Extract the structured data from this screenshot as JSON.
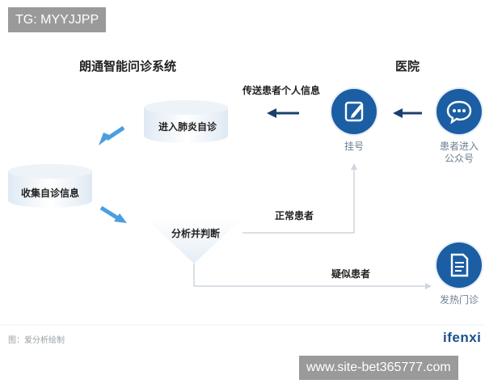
{
  "watermark_top": "TG: MYYJJPP",
  "watermark_bottom": "www.site-bet365777.com",
  "system_title": "朗通智能问诊系统",
  "hospital_title": "医院",
  "nodes": {
    "entry": "进入肺炎自诊",
    "collect": "收集自诊信息",
    "analyze": "分析并判断"
  },
  "edges": {
    "send_info": "传送患者个人信息",
    "normal": "正常患者",
    "suspected": "疑似患者"
  },
  "icons": {
    "registration": {
      "label": "挂号",
      "icon": "edit-icon"
    },
    "public_account": {
      "label_line1": "患者进入",
      "label_line2": "公众号",
      "icon": "chat-bubble-icon"
    },
    "fever_clinic": {
      "label": "发热门诊",
      "icon": "document-icon"
    }
  },
  "footer": {
    "source": "图：爱分析绘制",
    "brand": "ifenxi"
  },
  "colors": {
    "navy": "#1b5ea3",
    "arrow_blue": "#4a9fe0",
    "dark_arrow": "#1b3f6e",
    "line_gray": "#cfd6de"
  }
}
